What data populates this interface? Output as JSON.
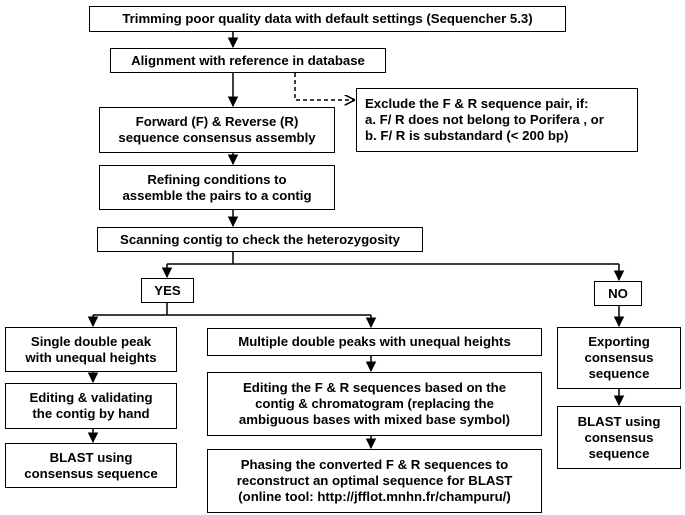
{
  "steps": {
    "trim": [
      "Trimming poor quality data with default settings (Sequencher 5.3)"
    ],
    "align": [
      "Alignment with reference in database"
    ],
    "exclude": [
      "Exclude the  F & R sequence pair, if:",
      "a. F/ R does not belong to Porifera , or",
      "b. F/ R is substandard (< 200 bp)"
    ],
    "fr_assembly": [
      "Forward (F) & Reverse (R)",
      "sequence consensus assembly"
    ],
    "refine": [
      "Refining conditions to",
      "assemble the pairs to a contig"
    ],
    "scan": [
      "Scanning contig to check the heterozygosity"
    ],
    "yes": [
      "YES"
    ],
    "no": [
      "NO"
    ],
    "single_peak": [
      "Single double peak",
      "with unequal heights"
    ],
    "edit_hand": [
      "Editing & validating",
      "the contig by hand"
    ],
    "blast_left": [
      "BLAST using",
      "consensus sequence"
    ],
    "multiple_peaks": [
      "Multiple double peaks with unequal heights"
    ],
    "edit_fr": [
      "Editing the F & R sequences based on the",
      "contig  & chromatogram (replacing the",
      "ambiguous bases with mixed base symbol)"
    ],
    "phase": [
      "Phasing the converted F & R sequences to",
      "reconstruct an optimal sequence for BLAST",
      "(online tool:  http://jfflot.mnhn.fr/champuru/)"
    ],
    "export": [
      "Exporting",
      "consensus",
      "sequence"
    ],
    "blast_right": [
      "BLAST using",
      "consensus",
      "sequence"
    ]
  },
  "colors": {
    "stroke": "#000000",
    "background": "#ffffff",
    "text": "#000000"
  }
}
